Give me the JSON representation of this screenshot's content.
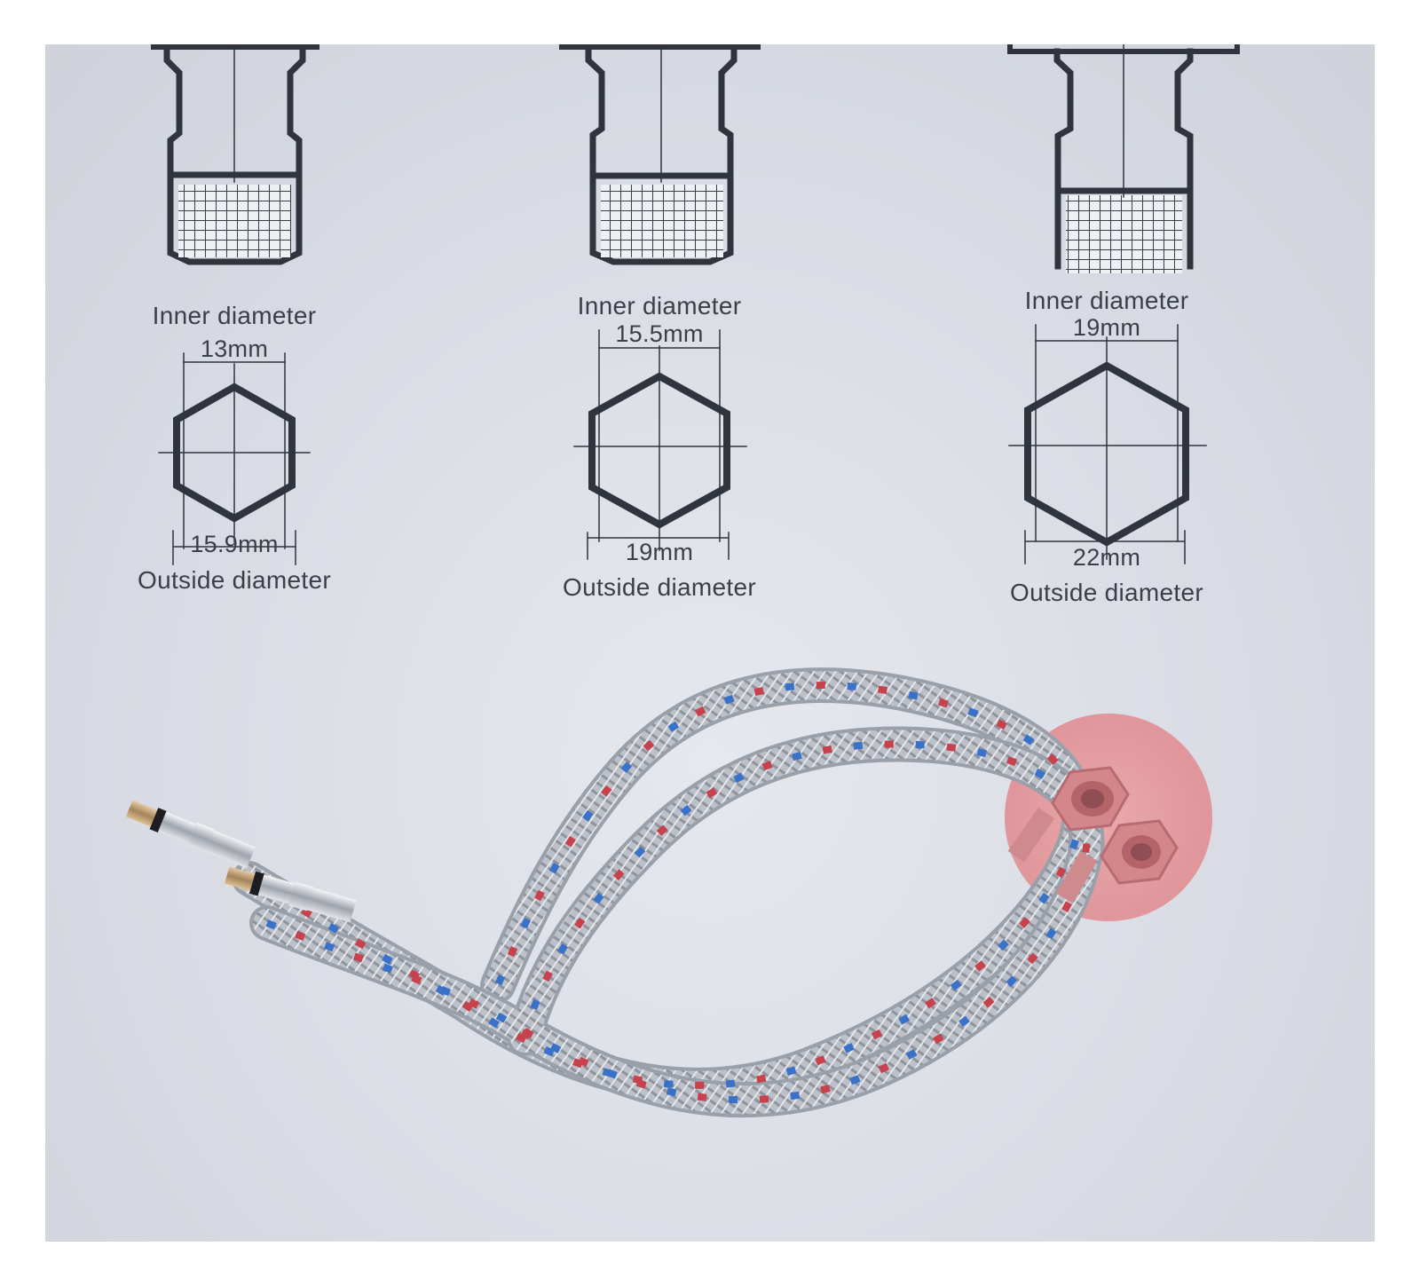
{
  "fittings": [
    {
      "inner_label": "Inner diameter",
      "inner_value": "13mm",
      "outer_value": "15.9mm",
      "outer_label": "Outside diameter"
    },
    {
      "inner_label": "Inner diameter",
      "inner_value": "15.5mm",
      "outer_value": "19mm",
      "outer_label": "Outside diameter"
    },
    {
      "inner_label": "Inner diameter",
      "inner_value": "19mm",
      "outer_value": "22mm",
      "outer_label": "Outside diameter"
    }
  ],
  "photo": {
    "subject-icon": "braided-hose-icon",
    "highlight-icon": "nut-highlight-icon"
  },
  "colors": {
    "line": "#2f343d",
    "hose_silver": "#b8bcc4",
    "stripe_red": "#c8424e",
    "stripe_blue": "#3b72c9",
    "highlight": "#e79a9c"
  }
}
